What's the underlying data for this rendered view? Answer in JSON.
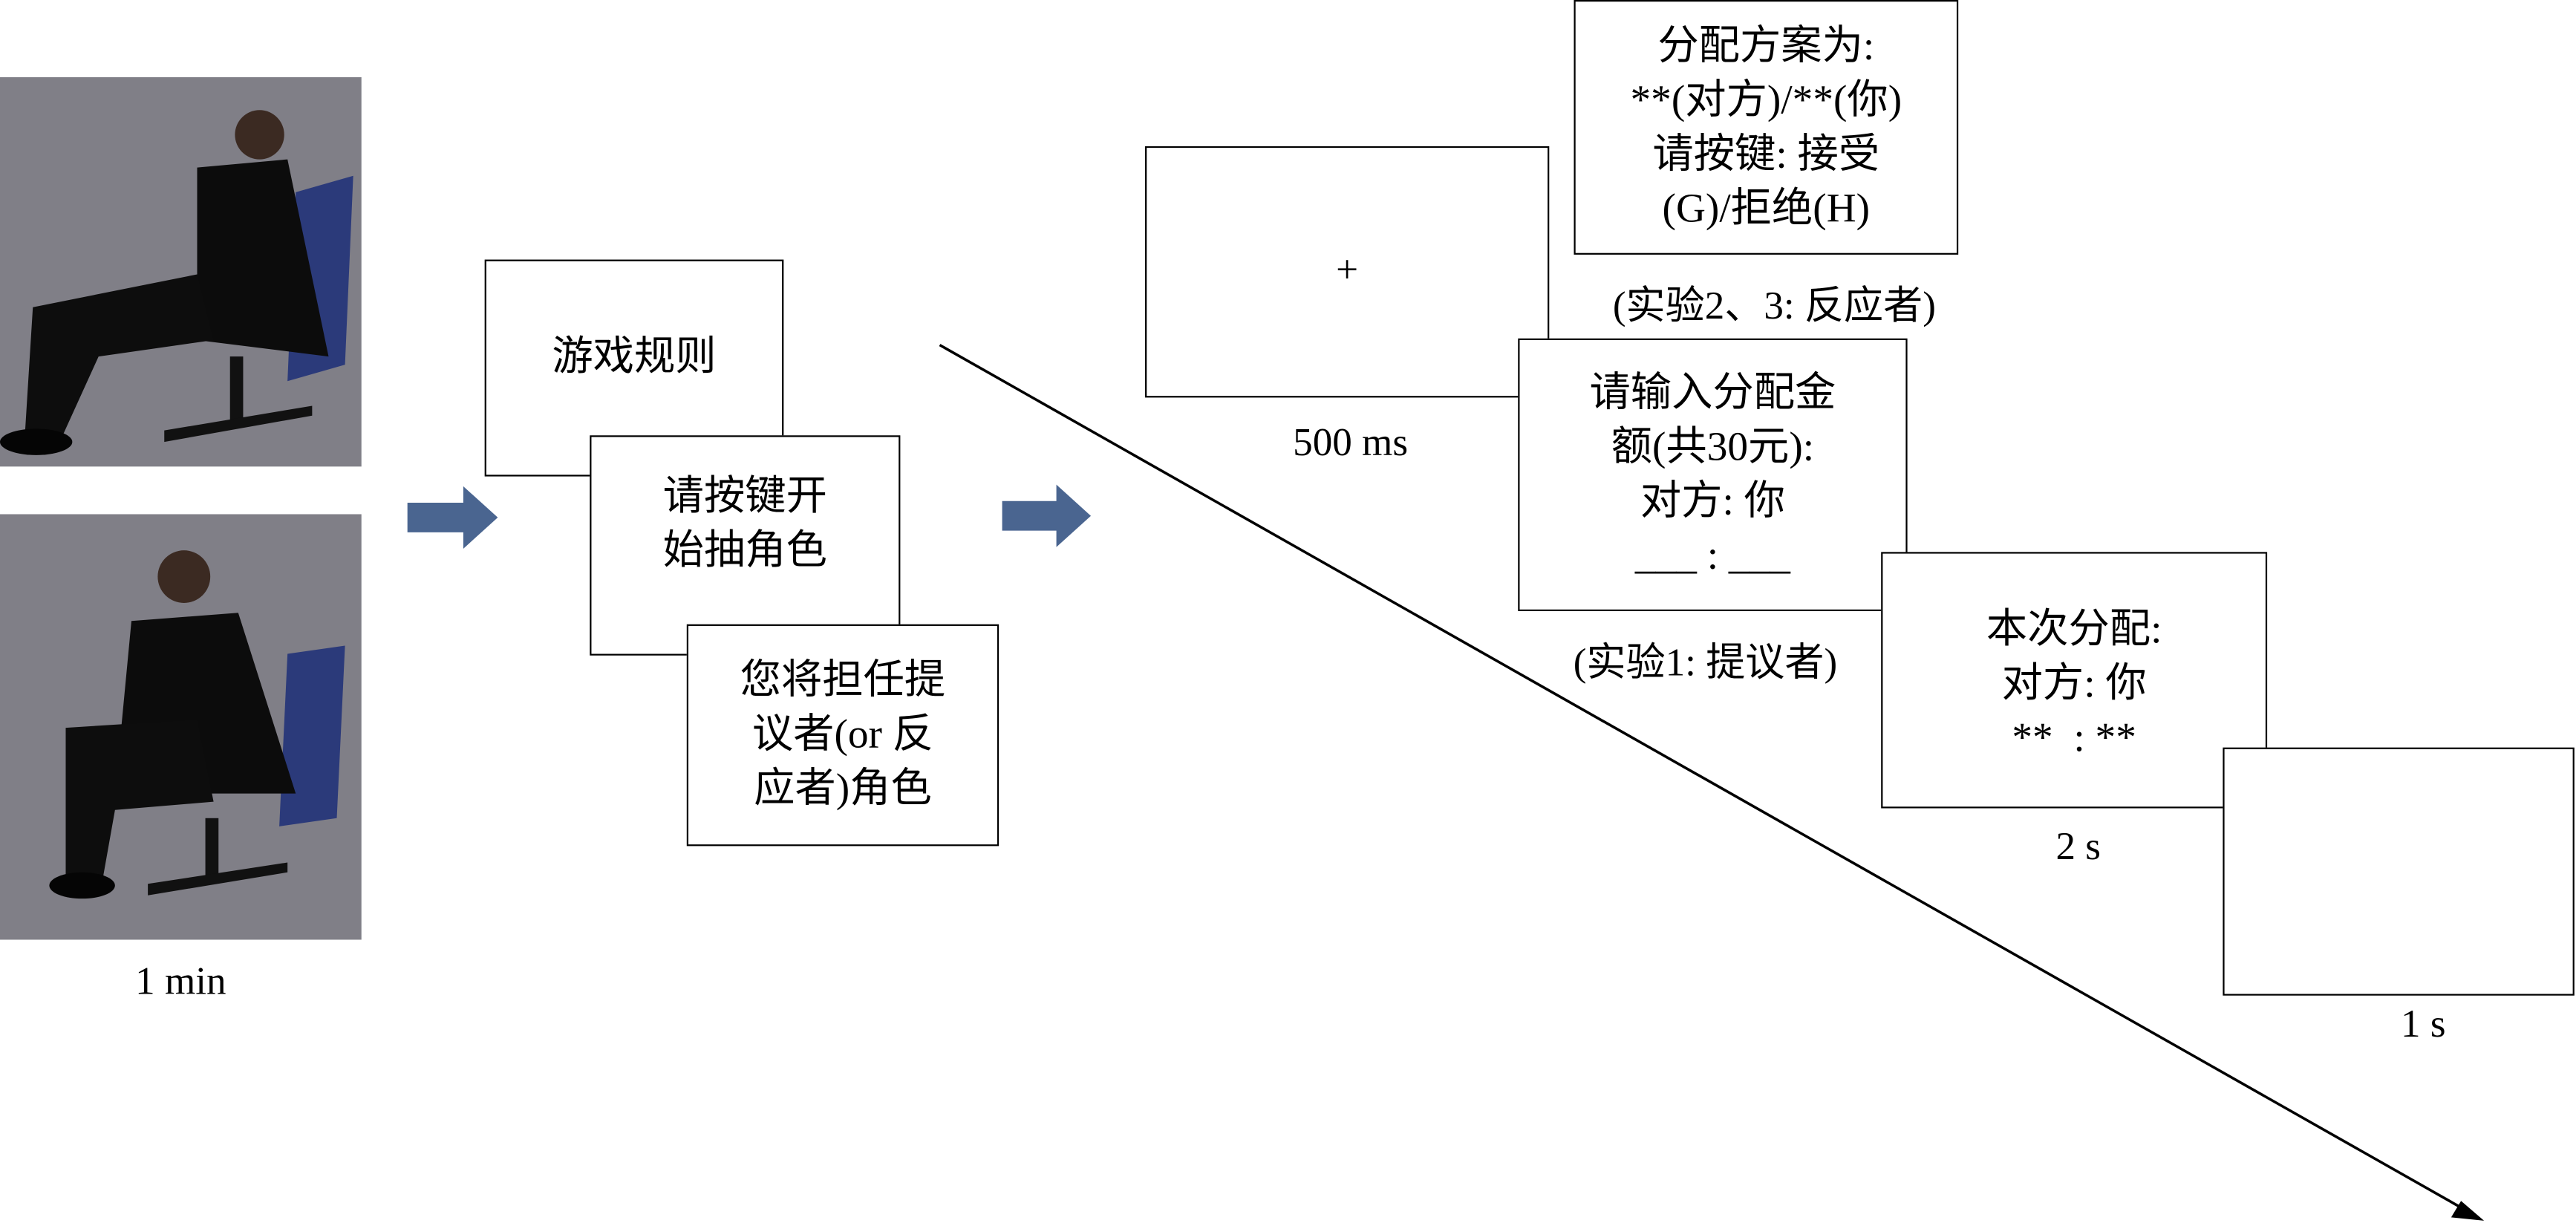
{
  "rest": {
    "duration": "1 min"
  },
  "intro_screens": {
    "rules": [
      "游戏规则"
    ],
    "draw_role": [
      "请按键开",
      "始抽角色"
    ],
    "role_assigned": [
      "您将担任提",
      "议者(or 反",
      "应者)角色"
    ]
  },
  "trial": {
    "fixation": {
      "symbol": "+",
      "duration": "500 ms"
    },
    "responder_screen": {
      "lines": [
        "分配方案为:",
        "**(对方)/**(你)",
        "请按键: 接受",
        "(G)/拒绝(H)"
      ],
      "caption": "(实验2、3: 反应者)"
    },
    "proposer_screen": {
      "lines": [
        "请输入分配金",
        "额(共30元):",
        "对方: 你",
        "___ : ___"
      ],
      "caption": "(实验1: 提议者)"
    },
    "feedback": {
      "lines": [
        "本次分配:",
        "对方: 你",
        "**  : **"
      ],
      "duration": "2 s"
    },
    "blank": {
      "duration": "1 s"
    }
  },
  "colors": {
    "arrow": "#4a6590",
    "photo_bg": "#807f87"
  }
}
